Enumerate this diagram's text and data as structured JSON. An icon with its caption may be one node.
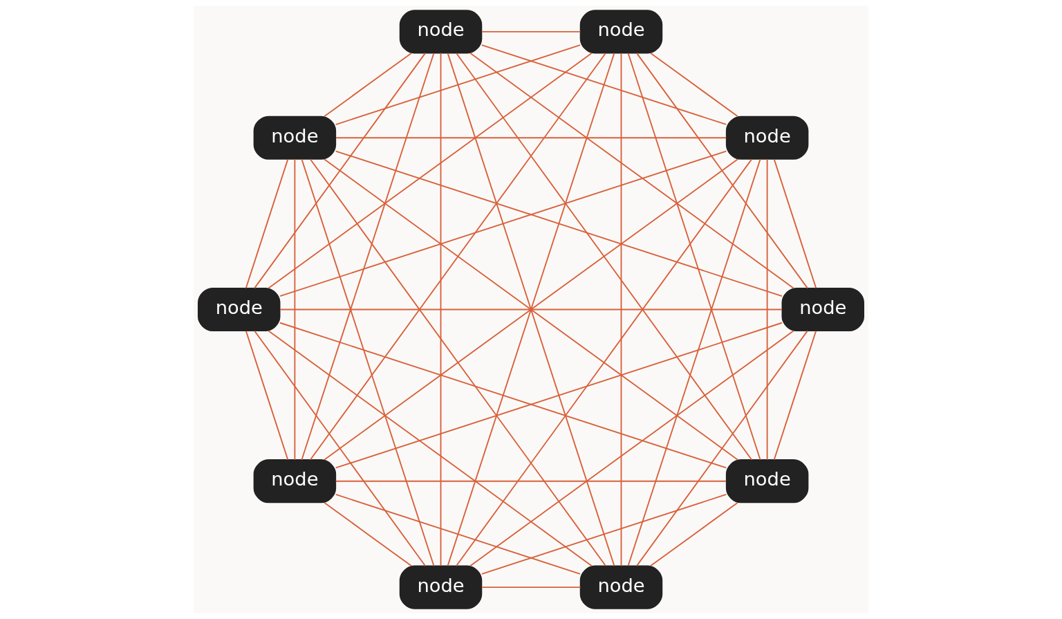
{
  "diagram": {
    "nodes": [
      {
        "text": [
          "node"
        ]
      },
      {
        "text": [
          "node"
        ]
      },
      {
        "text": [
          "node"
        ]
      },
      {
        "text": [
          "node"
        ]
      },
      {
        "text": [
          "node"
        ]
      },
      {
        "text": [
          "node"
        ]
      },
      {
        "text": [
          "node"
        ]
      },
      {
        "text": [
          "node"
        ]
      },
      {
        "text": [
          "node"
        ]
      },
      {
        "text": [
          "node"
        ]
      }
    ],
    "edges": [
      {
        "from": 0,
        "to": 1,
        "arrow": "none"
      },
      {
        "from": 0,
        "to": 2,
        "arrow": "none"
      },
      {
        "from": 0,
        "to": 3,
        "arrow": "none"
      },
      {
        "from": 0,
        "to": 4,
        "arrow": "none"
      },
      {
        "from": 0,
        "to": 5,
        "arrow": "none"
      },
      {
        "from": 0,
        "to": 6,
        "arrow": "none"
      },
      {
        "from": 0,
        "to": 7,
        "arrow": "none"
      },
      {
        "from": 0,
        "to": 8,
        "arrow": "none"
      },
      {
        "from": 0,
        "to": 9,
        "arrow": "none"
      },
      {
        "from": 1,
        "to": 2,
        "arrow": "none"
      },
      {
        "from": 1,
        "to": 3,
        "arrow": "none"
      },
      {
        "from": 1,
        "to": 4,
        "arrow": "none"
      },
      {
        "from": 1,
        "to": 5,
        "arrow": "none"
      },
      {
        "from": 1,
        "to": 6,
        "arrow": "none"
      },
      {
        "from": 1,
        "to": 7,
        "arrow": "none"
      },
      {
        "from": 1,
        "to": 8,
        "arrow": "none"
      },
      {
        "from": 1,
        "to": 9,
        "arrow": "none"
      },
      {
        "from": 2,
        "to": 3,
        "arrow": "none"
      },
      {
        "from": 2,
        "to": 4,
        "arrow": "none"
      },
      {
        "from": 2,
        "to": 5,
        "arrow": "none"
      },
      {
        "from": 2,
        "to": 6,
        "arrow": "none"
      },
      {
        "from": 2,
        "to": 7,
        "arrow": "none"
      },
      {
        "from": 2,
        "to": 8,
        "arrow": "none"
      },
      {
        "from": 2,
        "to": 9,
        "arrow": "none"
      },
      {
        "from": 3,
        "to": 4,
        "arrow": "none"
      },
      {
        "from": 3,
        "to": 5,
        "arrow": "none"
      },
      {
        "from": 3,
        "to": 6,
        "arrow": "none"
      },
      {
        "from": 3,
        "to": 7,
        "arrow": "none"
      },
      {
        "from": 3,
        "to": 8,
        "arrow": "none"
      },
      {
        "from": 3,
        "to": 9,
        "arrow": "none"
      },
      {
        "from": 4,
        "to": 5,
        "arrow": "none"
      },
      {
        "from": 4,
        "to": 6,
        "arrow": "none"
      },
      {
        "from": 4,
        "to": 7,
        "arrow": "none"
      },
      {
        "from": 4,
        "to": 8,
        "arrow": "none"
      },
      {
        "from": 4,
        "to": 9,
        "arrow": "none"
      },
      {
        "from": 5,
        "to": 6,
        "arrow": "none"
      },
      {
        "from": 5,
        "to": 7,
        "arrow": "none"
      },
      {
        "from": 5,
        "to": 8,
        "arrow": "none"
      },
      {
        "from": 5,
        "to": 9,
        "arrow": "none"
      },
      {
        "from": 6,
        "to": 7,
        "arrow": "none"
      },
      {
        "from": 6,
        "to": 8,
        "arrow": "none"
      },
      {
        "from": 6,
        "to": 9,
        "arrow": "none"
      },
      {
        "from": 7,
        "to": 8,
        "arrow": "none"
      },
      {
        "from": 7,
        "to": 9,
        "arrow": "none"
      },
      {
        "from": 8,
        "to": 9,
        "arrow": "none"
      }
    ]
  }
}
